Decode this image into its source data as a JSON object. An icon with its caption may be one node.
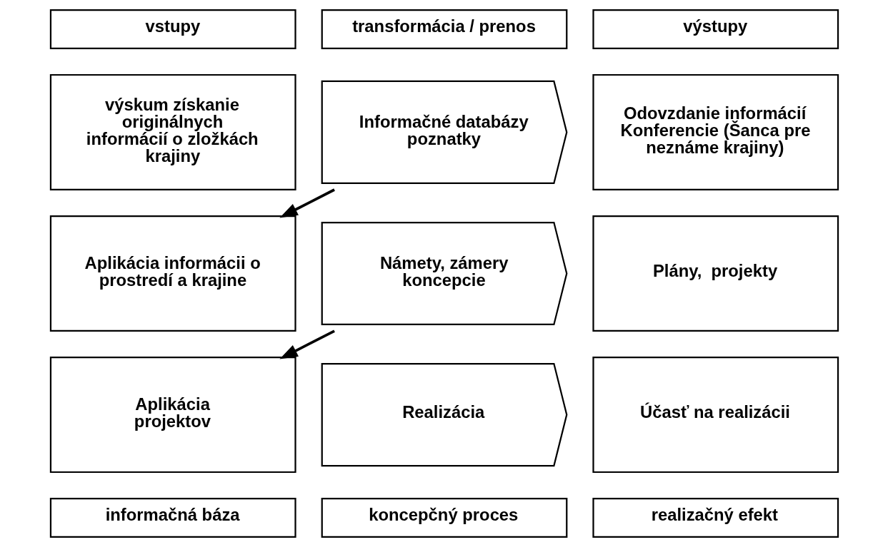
{
  "diagram": {
    "nodes": [
      {
        "text": [
          "vstupy"
        ]
      },
      {
        "text": [
          "transformácia / prenos"
        ]
      },
      {
        "text": [
          "výstupy"
        ]
      },
      {
        "text": [
          "výskum získanie originálnych informácií o zložkách krajiny"
        ]
      },
      {
        "text": [
          "Informačné databázy poznatky"
        ]
      },
      {
        "text": [
          "Odovzdanie informácií Konferencie (Šanca pre neznáme krajiny)"
        ]
      },
      {
        "text": [
          "Aplikácia informácii o prostredí a krajine"
        ]
      },
      {
        "text": [
          "Námety, zámery koncepcie"
        ]
      },
      {
        "text": [
          "Plány,  projekty"
        ]
      },
      {
        "text": [
          "Aplikácia projektov"
        ]
      },
      {
        "text": [
          "Realizácia"
        ]
      },
      {
        "text": [
          "Účasť na realizácii"
        ]
      },
      {
        "text": [
          "informačná báza"
        ]
      },
      {
        "text": [
          "koncepčný proces"
        ]
      },
      {
        "text": [
          "realizačný efekt"
        ]
      }
    ],
    "edges": [
      {
        "from": 4,
        "to": 6,
        "arrow": "to"
      },
      {
        "from": 7,
        "to": 9,
        "arrow": "to"
      }
    ]
  }
}
